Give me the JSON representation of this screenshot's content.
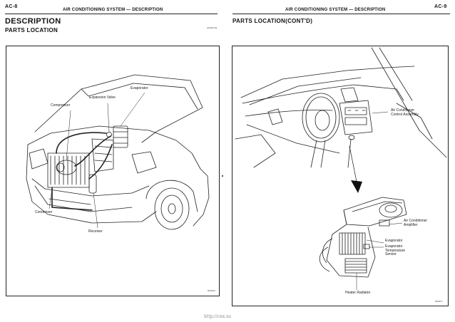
{
  "left_page": {
    "page_code": "AC-8",
    "section_header": "AIR CONDITIONING SYSTEM  —  DESCRIPTION",
    "title": "DESCRIPTION",
    "subtitle": "PARTS LOCATION",
    "ref_code": "AC0AK-01",
    "figure_code": "N00120",
    "labels": {
      "evaporator": "Evaporator",
      "expansion_valve": "Expansion Valve",
      "compressor": "Compressor",
      "condenser": "Condenser",
      "receiver": "Receiver"
    }
  },
  "right_page": {
    "page_code": "AC-9",
    "section_header": "AIR CONDITIONING SYSTEM  —  DESCRIPTION",
    "title": "PARTS LOCATION(CONT'D)",
    "figure_code": "N00171",
    "labels": {
      "control_assembly": [
        "Air Conditioner",
        "Control Assembly"
      ],
      "amplifier": [
        "Air Conditioner",
        "Amplifier"
      ],
      "evaporator": "Evaporator",
      "temp_sensor": [
        "Evaporator",
        "Temperature",
        "Sensor"
      ],
      "heater_radiator": "Heater Radiator"
    }
  },
  "footer_url": "http://cnx.su"
}
